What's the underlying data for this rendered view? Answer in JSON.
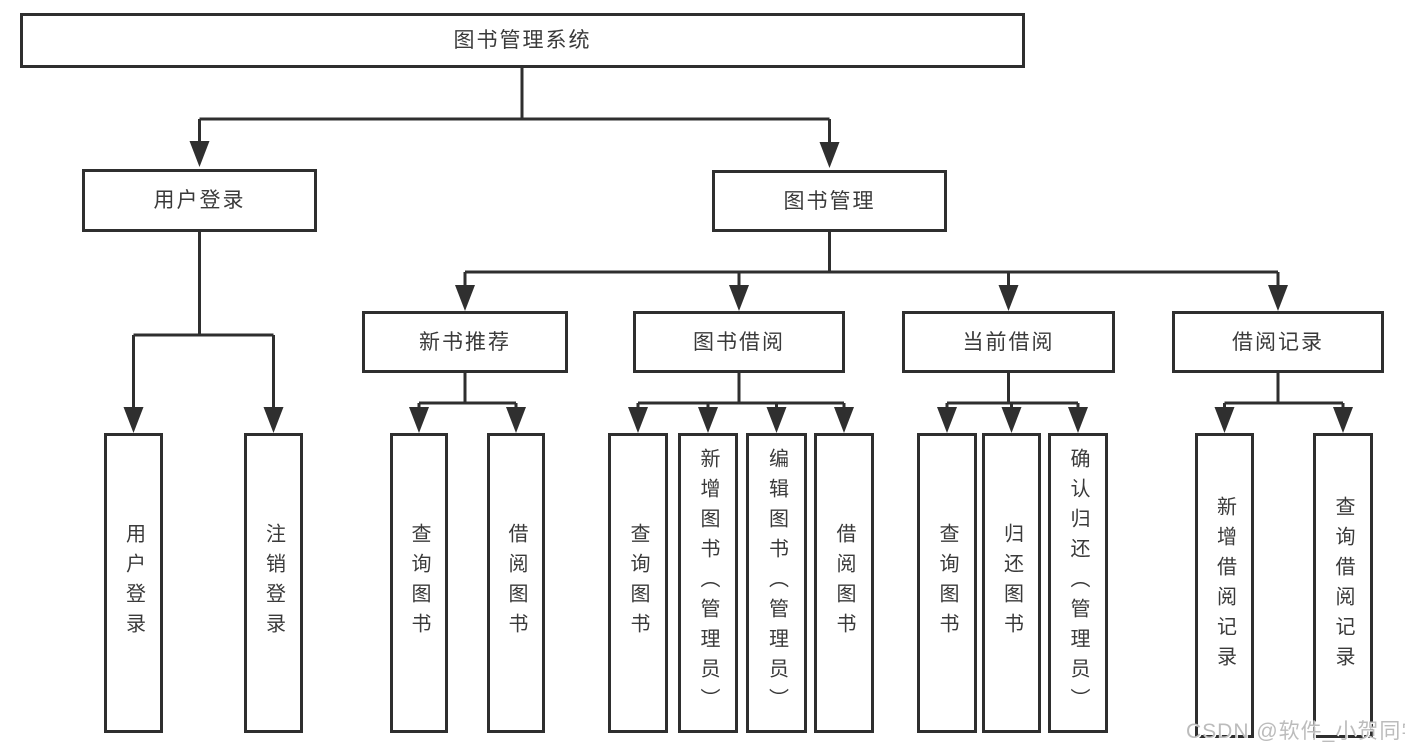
{
  "tree": {
    "root": {
      "label": "图书管理系统",
      "children": [
        {
          "label": "用户登录",
          "children": [
            {
              "label": "用户登录"
            },
            {
              "label": "注销登录"
            }
          ]
        },
        {
          "label": "图书管理",
          "children": [
            {
              "label": "新书推荐",
              "children": [
                {
                  "label": "查询图书"
                },
                {
                  "label": "借阅图书"
                }
              ]
            },
            {
              "label": "图书借阅",
              "children": [
                {
                  "label": "查询图书"
                },
                {
                  "label": "新增图书（管理员）"
                },
                {
                  "label": "编辑图书（管理员）"
                },
                {
                  "label": "借阅图书"
                }
              ]
            },
            {
              "label": "当前借阅",
              "children": [
                {
                  "label": "查询图书"
                },
                {
                  "label": "归还图书"
                },
                {
                  "label": "确认归还（管理员）"
                }
              ]
            },
            {
              "label": "借阅记录",
              "children": [
                {
                  "label": "新增借阅记录"
                },
                {
                  "label": "查询借阅记录"
                }
              ]
            }
          ]
        }
      ]
    }
  },
  "watermark": "CSDN @软件_小贺同学",
  "colors": {
    "line": "#2f2f2f",
    "text": "#3a3a3a",
    "background": "#ffffff",
    "watermark": "#bcbcbc"
  }
}
